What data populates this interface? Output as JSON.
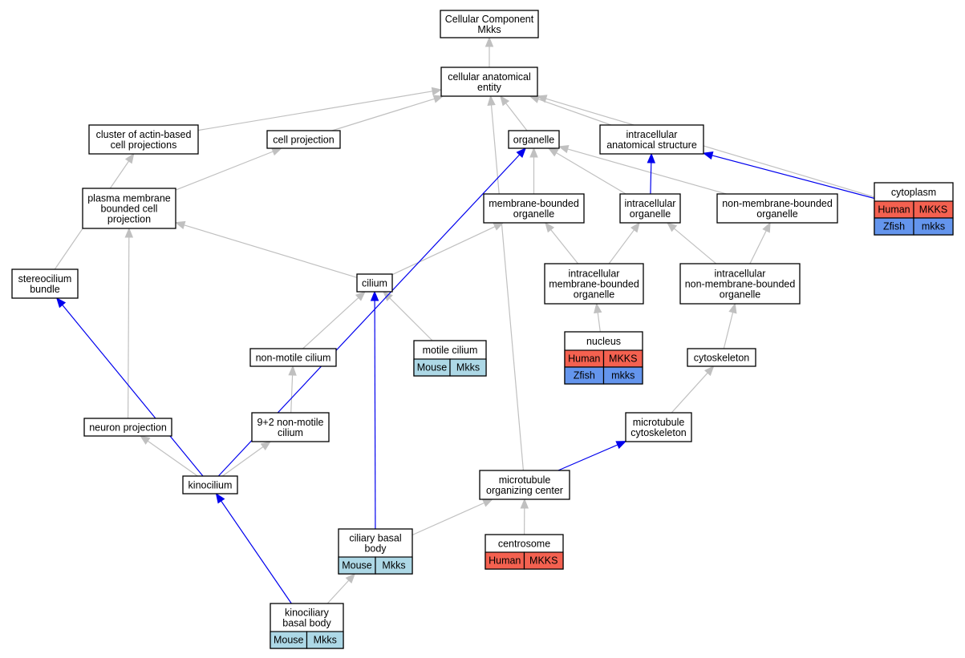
{
  "colors": {
    "human": "#f46150",
    "mouse": "#add8e6",
    "zfish": "#6495ed"
  },
  "nodes": [
    {
      "id": "root",
      "lines": [
        "Cellular Component",
        "Mkks"
      ]
    },
    {
      "id": "cae",
      "lines": [
        "cellular anatomical",
        "entity"
      ]
    },
    {
      "id": "cluster",
      "lines": [
        "cluster of actin-based",
        "cell projections"
      ]
    },
    {
      "id": "cellproj",
      "lines": [
        "cell projection"
      ]
    },
    {
      "id": "organelle",
      "lines": [
        "organelle"
      ]
    },
    {
      "id": "ias",
      "lines": [
        "intracellular",
        "anatomical structure"
      ]
    },
    {
      "id": "cytoplasm",
      "lines": [
        "cytoplasm"
      ],
      "ann": [
        [
          "Human",
          "MKKS",
          "human"
        ],
        [
          "Zfish",
          "mkks",
          "zfish"
        ]
      ]
    },
    {
      "id": "pmbcp",
      "lines": [
        "plasma membrane",
        "bounded cell",
        "projection"
      ]
    },
    {
      "id": "mbo",
      "lines": [
        "membrane-bounded",
        "organelle"
      ]
    },
    {
      "id": "io",
      "lines": [
        "intracellular",
        "organelle"
      ]
    },
    {
      "id": "nmbo",
      "lines": [
        "non-membrane-bounded",
        "organelle"
      ]
    },
    {
      "id": "stereo",
      "lines": [
        "stereocilium",
        "bundle"
      ]
    },
    {
      "id": "cilium",
      "lines": [
        "cilium"
      ]
    },
    {
      "id": "imbo",
      "lines": [
        "intracellular",
        "membrane-bounded",
        "organelle"
      ]
    },
    {
      "id": "inmbo",
      "lines": [
        "intracellular",
        "non-membrane-bounded",
        "organelle"
      ]
    },
    {
      "id": "nucleus",
      "lines": [
        "nucleus"
      ],
      "ann": [
        [
          "Human",
          "MKKS",
          "human"
        ],
        [
          "Zfish",
          "mkks",
          "zfish"
        ]
      ]
    },
    {
      "id": "nonmotile",
      "lines": [
        "non-motile cilium"
      ]
    },
    {
      "id": "motile",
      "lines": [
        "motile cilium"
      ],
      "ann": [
        [
          "Mouse",
          "Mkks",
          "mouse"
        ]
      ]
    },
    {
      "id": "cytoskel",
      "lines": [
        "cytoskeleton"
      ]
    },
    {
      "id": "neuronproj",
      "lines": [
        "neuron projection"
      ]
    },
    {
      "id": "ninetwo",
      "lines": [
        "9+2 non-motile",
        "cilium"
      ]
    },
    {
      "id": "mtcyto",
      "lines": [
        "microtubule",
        "cytoskeleton"
      ]
    },
    {
      "id": "kinocilium",
      "lines": [
        "kinocilium"
      ]
    },
    {
      "id": "mtoc",
      "lines": [
        "microtubule",
        "organizing center"
      ]
    },
    {
      "id": "cbb",
      "lines": [
        "ciliary basal",
        "body"
      ],
      "ann": [
        [
          "Mouse",
          "Mkks",
          "mouse"
        ]
      ]
    },
    {
      "id": "centrosome",
      "lines": [
        "centrosome"
      ],
      "ann": [
        [
          "Human",
          "MKKS",
          "human"
        ]
      ]
    },
    {
      "id": "kbb",
      "lines": [
        "kinociliary",
        "basal body"
      ],
      "ann": [
        [
          "Mouse",
          "Mkks",
          "mouse"
        ]
      ]
    }
  ],
  "edges": [
    {
      "from": "cae",
      "to": "root",
      "color": "gray"
    },
    {
      "from": "cluster",
      "to": "cae",
      "color": "gray"
    },
    {
      "from": "cellproj",
      "to": "cae",
      "color": "gray"
    },
    {
      "from": "organelle",
      "to": "cae",
      "color": "gray"
    },
    {
      "from": "ias",
      "to": "cae",
      "color": "gray"
    },
    {
      "from": "cytoplasm",
      "to": "cae",
      "color": "gray"
    },
    {
      "from": "mtoc",
      "to": "cae",
      "color": "gray"
    },
    {
      "from": "cytoplasm",
      "to": "ias",
      "color": "blue"
    },
    {
      "from": "pmbcp",
      "to": "cellproj",
      "color": "gray"
    },
    {
      "from": "mbo",
      "to": "organelle",
      "color": "gray"
    },
    {
      "from": "io",
      "to": "organelle",
      "color": "gray"
    },
    {
      "from": "nmbo",
      "to": "organelle",
      "color": "gray"
    },
    {
      "from": "io",
      "to": "ias",
      "color": "blue"
    },
    {
      "from": "stereo",
      "to": "cluster",
      "color": "gray"
    },
    {
      "from": "cilium",
      "to": "pmbcp",
      "color": "gray"
    },
    {
      "from": "cilium",
      "to": "mbo",
      "color": "gray"
    },
    {
      "from": "imbo",
      "to": "mbo",
      "color": "gray"
    },
    {
      "from": "imbo",
      "to": "io",
      "color": "gray"
    },
    {
      "from": "inmbo",
      "to": "io",
      "color": "gray"
    },
    {
      "from": "inmbo",
      "to": "nmbo",
      "color": "gray"
    },
    {
      "from": "nucleus",
      "to": "imbo",
      "color": "gray"
    },
    {
      "from": "cytoskel",
      "to": "inmbo",
      "color": "gray"
    },
    {
      "from": "nonmotile",
      "to": "cilium",
      "color": "gray"
    },
    {
      "from": "motile",
      "to": "cilium",
      "color": "gray"
    },
    {
      "from": "ninetwo",
      "to": "nonmotile",
      "color": "gray"
    },
    {
      "from": "mtcyto",
      "to": "cytoskel",
      "color": "gray"
    },
    {
      "from": "neuronproj",
      "to": "pmbcp",
      "color": "gray"
    },
    {
      "from": "kinocilium",
      "to": "neuronproj",
      "color": "gray"
    },
    {
      "from": "kinocilium",
      "to": "ninetwo",
      "color": "gray"
    },
    {
      "from": "kinocilium",
      "to": "stereo",
      "color": "blue"
    },
    {
      "from": "kinocilium",
      "to": "organelle",
      "color": "blue"
    },
    {
      "from": "mtoc",
      "to": "mtcyto",
      "color": "blue"
    },
    {
      "from": "cbb",
      "to": "cilium",
      "color": "blue"
    },
    {
      "from": "cbb",
      "to": "mtoc",
      "color": "gray"
    },
    {
      "from": "centrosome",
      "to": "mtoc",
      "color": "gray"
    },
    {
      "from": "kbb",
      "to": "kinocilium",
      "color": "blue"
    },
    {
      "from": "kbb",
      "to": "cbb",
      "color": "gray"
    }
  ]
}
